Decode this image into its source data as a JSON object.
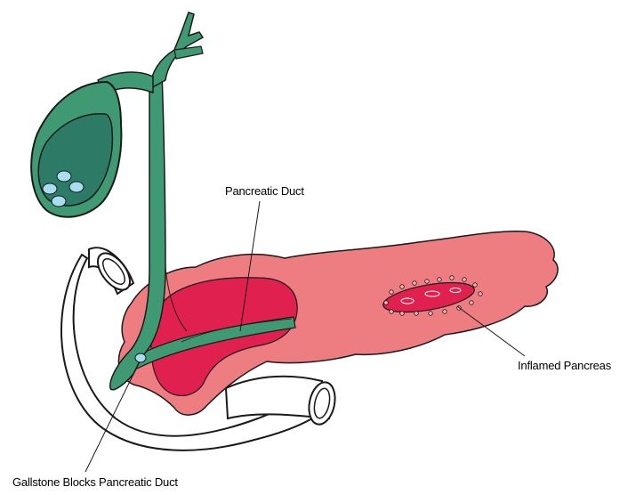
{
  "labels": {
    "pancreatic_duct": "Pancreatic Duct",
    "inflamed_pancreas": "Inflamed Pancreas",
    "gallstone_blocks": "Gallstone Blocks Pancreatic Duct"
  },
  "colors": {
    "bile_duct_green": "#3f9a74",
    "gallbladder_dark": "#2d7a66",
    "gallstone_blue": "#a9def0",
    "pancreas_pink": "#ee7d82",
    "inflamed_red": "#e0204e",
    "duodenum_fill": "#ffffff",
    "outline": "#1a1a1a"
  }
}
